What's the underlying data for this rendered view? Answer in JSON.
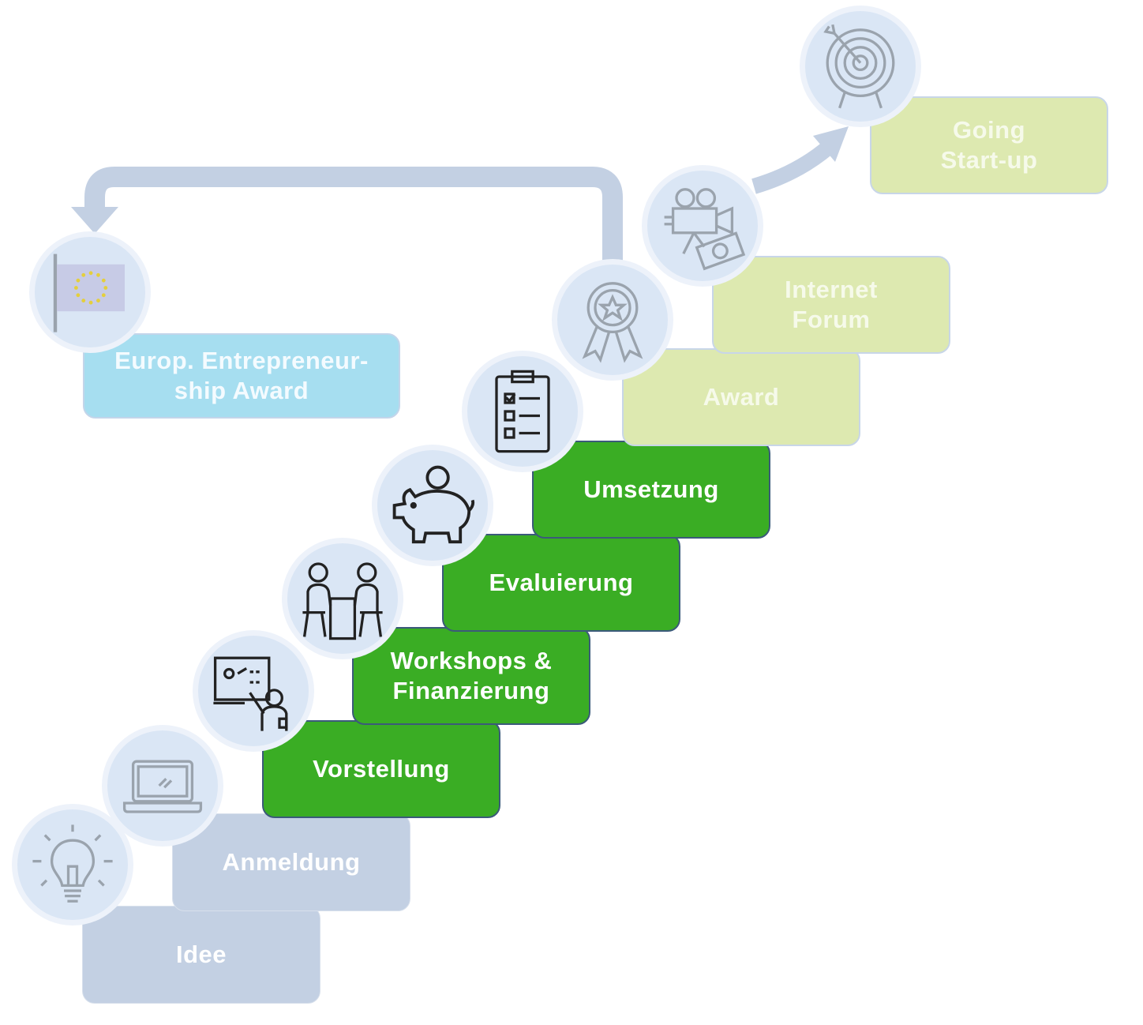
{
  "steps": {
    "idee": "Idee",
    "anmeldung": "Anmeldung",
    "vorstellung": "Vorstellung",
    "workshops": "Workshops &\nFinanzierung",
    "evaluierung": "Evaluierung",
    "umsetzung": "Umsetzung",
    "award": "Award",
    "internet_forum": "Internet\nForum",
    "going_startup": "Going\nStart-up",
    "europ_award": "Europ. Entrepreneur-\nship Award"
  },
  "icons": {
    "idee": "lightbulb-icon",
    "anmeldung": "laptop-icon",
    "vorstellung": "presentation-icon",
    "workshops": "meeting-icon",
    "evaluierung": "piggy-bank-icon",
    "umsetzung": "checklist-icon",
    "award": "award-ribbon-icon",
    "internet_forum": "video-camera-money-icon",
    "going_startup": "target-icon",
    "europ_award": "eu-flag-icon"
  },
  "colors": {
    "past": "#c3d0e3",
    "active": "#3aad24",
    "future": "#dde9b0",
    "european": "#a6def0",
    "circle": "#dae6f5",
    "arrow": "#c3d0e3"
  }
}
